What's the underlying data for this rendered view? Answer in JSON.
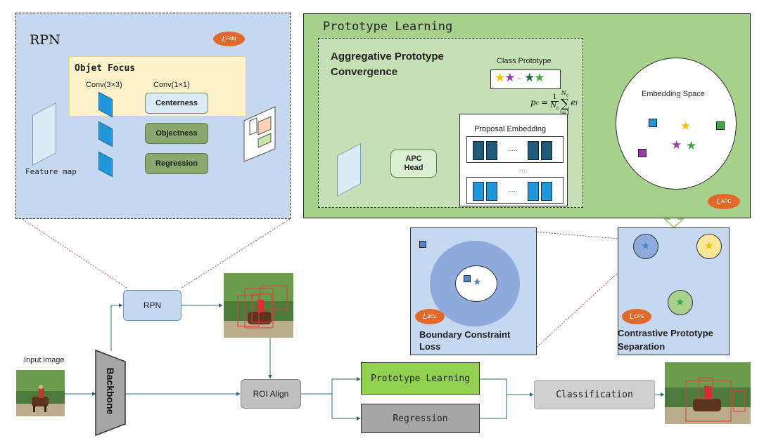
{
  "rpn_panel": {
    "title": "RPN",
    "objet_focus_title": "Objet Focus",
    "conv3_label": "Conv(3×3)",
    "conv1_label": "Conv(1×1)",
    "centerness_label": "Centerness",
    "objectness_label": "Objectness",
    "regression_label": "Regression",
    "feature_map_label": "Feature map",
    "loss_label": "L",
    "loss_sub": "Fobj"
  },
  "prototype_panel": {
    "title": "Prototype Learning",
    "apc_title_line1": "Aggregative Prototype",
    "apc_title_line2": "Convergence",
    "class_prototype_label": "Class Prototype",
    "proposal_embedding_label": "Proposal Embedding",
    "apc_head_line1": "APC",
    "apc_head_line2": "Head",
    "formula_lhs": "p",
    "formula_lhs_sub": "c",
    "formula_eq": "=",
    "formula_num": "1",
    "formula_den": "N",
    "formula_den_sub": "c",
    "formula_sum_top": "N",
    "formula_sum_top_sub": "c",
    "formula_sum": "∑",
    "formula_sum_bottom": "i=1",
    "formula_term": "e",
    "formula_term_sub": "i",
    "embedding_space_label": "Embedding Space",
    "loss_label": "L",
    "loss_sub": "APC",
    "ellipsis_h": "·····",
    "ellipsis_class": "···",
    "ellipsis_v": "···"
  },
  "bcl_panel": {
    "title_line1": "Boundary Constraint",
    "title_line2": "Loss",
    "loss_label": "L",
    "loss_sub": "BCL"
  },
  "cps_panel": {
    "title_line1": "Contrastive Prototype",
    "title_line2": "Separation",
    "loss_label": "L",
    "loss_sub": "CPS"
  },
  "pipeline": {
    "input_label": "Input image",
    "backbone_label": "Backbone",
    "rpn_label": "RPN",
    "roi_align_label": "ROI Align",
    "prototype_learning_label": "Prototype Learning",
    "regression_label": "Regression",
    "classification_label": "Classification"
  },
  "colors": {
    "rpn_bg": "#c6d8ef",
    "proto_bg": "#a8d08d",
    "proto_inner": "#c5e0b4",
    "loss_orange": "#e2692c",
    "head_green": "#8aa86f",
    "center_blue": "#dcecf7",
    "feature_blue": "#2196d8",
    "star_yellow": "#f2c200",
    "star_purple": "#9b3aa8",
    "star_green": "#3ea845",
    "grey_box": "#b9b9b9"
  }
}
